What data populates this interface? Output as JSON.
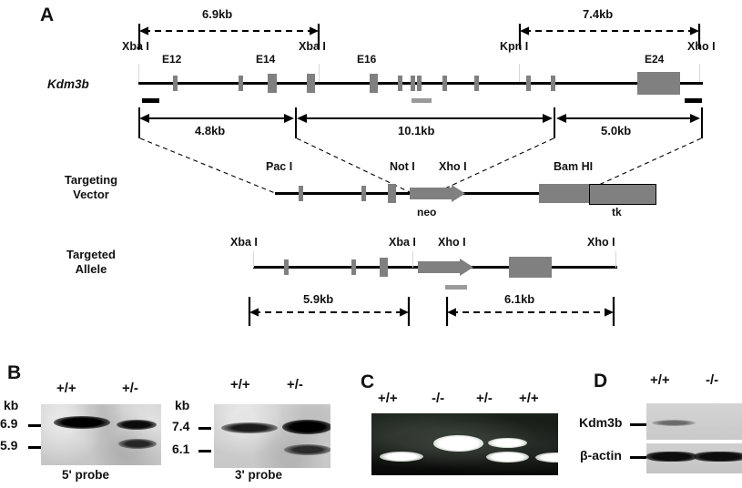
{
  "figure": {
    "panels": [
      "A",
      "B",
      "C",
      "D"
    ]
  },
  "panelA": {
    "letter": "A",
    "top_dimensions": [
      {
        "label": "6.9kb"
      },
      {
        "label": "7.4kb"
      }
    ],
    "top_sites": [
      {
        "label": "Xba I"
      },
      {
        "label": "Xba I"
      },
      {
        "label": "Kpn I"
      },
      {
        "label": "Xho I"
      }
    ],
    "exon_labels": [
      {
        "label": "E12"
      },
      {
        "label": "E14"
      },
      {
        "label": "E16"
      },
      {
        "label": "E24"
      }
    ],
    "gene_name": "Kdm3b",
    "mid_dimensions": [
      {
        "label": "4.8kb"
      },
      {
        "label": "10.1kb"
      },
      {
        "label": "5.0kb"
      }
    ],
    "vector_sites": [
      {
        "label": "Pac I"
      },
      {
        "label": "Not I"
      },
      {
        "label": "Xho I"
      },
      {
        "label": "Bam HI"
      }
    ],
    "vector_row_label_line1": "Targeting",
    "vector_row_label_line2": "Vector",
    "neo_label": "neo",
    "tk_label": "tk",
    "allele_row_label_line1": "Targeted",
    "allele_row_label_line2": "Allele",
    "allele_sites": [
      {
        "label": "Xba I"
      },
      {
        "label": "Xba I"
      },
      {
        "label": "Xho I"
      },
      {
        "label": "Xho I"
      }
    ],
    "bottom_dimensions": [
      {
        "label": "5.9kb"
      },
      {
        "label": "6.1kb"
      }
    ],
    "colors": {
      "exon": "#808080",
      "backbone": "#000000",
      "probe_5prime": "#000000",
      "probe_internal": "#9a9a9a"
    }
  },
  "panelB": {
    "letter": "B",
    "blot1": {
      "kb_header": "kb",
      "markers": [
        "6.9",
        "5.9"
      ],
      "lanes": [
        "+/+",
        "+/-"
      ],
      "caption": "5' probe"
    },
    "blot2": {
      "kb_header": "kb",
      "markers": [
        "7.4",
        "6.1"
      ],
      "lanes": [
        "+/+",
        "+/-"
      ],
      "caption": "3' probe"
    }
  },
  "panelC": {
    "letter": "C",
    "lanes": [
      "+/+",
      "-/-",
      "+/-",
      "+/+"
    ]
  },
  "panelD": {
    "letter": "D",
    "lanes": [
      "+/+",
      "-/-"
    ],
    "rows": [
      {
        "label": "Kdm3b"
      },
      {
        "label": "β-actin"
      }
    ]
  }
}
